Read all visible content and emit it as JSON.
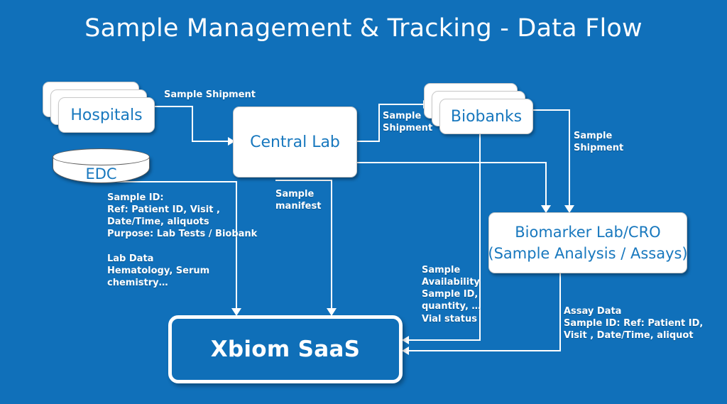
{
  "diagram": {
    "title": "Sample Management & Tracking - Data Flow",
    "background_color": "#1070ba",
    "node_text_color": "#1878be",
    "edge_color": "#ffffff"
  },
  "nodes": {
    "hospitals": {
      "label": "Hospitals",
      "shape": "stacked-card"
    },
    "edc": {
      "label": "EDC",
      "shape": "cylinder"
    },
    "central_lab": {
      "label": "Central Lab",
      "shape": "card"
    },
    "biobanks": {
      "label": "Biobanks",
      "shape": "stacked-card"
    },
    "biomarker": {
      "label_line1": "Biomarker Lab/CRO",
      "label_line2": "(Sample Analysis / Assays)",
      "shape": "card"
    },
    "xbiom": {
      "label": "Xbiom SaaS",
      "shape": "filled-box",
      "fill": "#0f6fb8"
    }
  },
  "edge_labels": {
    "hospitals_to_central": "Sample Shipment",
    "central_to_biobanks": "Sample\nShipment",
    "biobanks_to_biomarker": "Sample\nShipment",
    "edc_to_xbiom": " Sample ID:\nRef: Patient ID, Visit ,\nDate/Time, aliquots\nPurpose: Lab Tests / Biobank",
    "lab_data_to_xbiom": " Lab Data\nHematology, Serum\nchemistry…",
    "central_to_xbiom": " Sample\nmanifest",
    "biobanks_to_xbiom": "Sample\nAvailability\nSample ID,\nquantity, …\nVial status",
    "biomarker_to_xbiom": "Assay Data\nSample ID: Ref: Patient ID,\nVisit , Date/Time, aliquot"
  }
}
